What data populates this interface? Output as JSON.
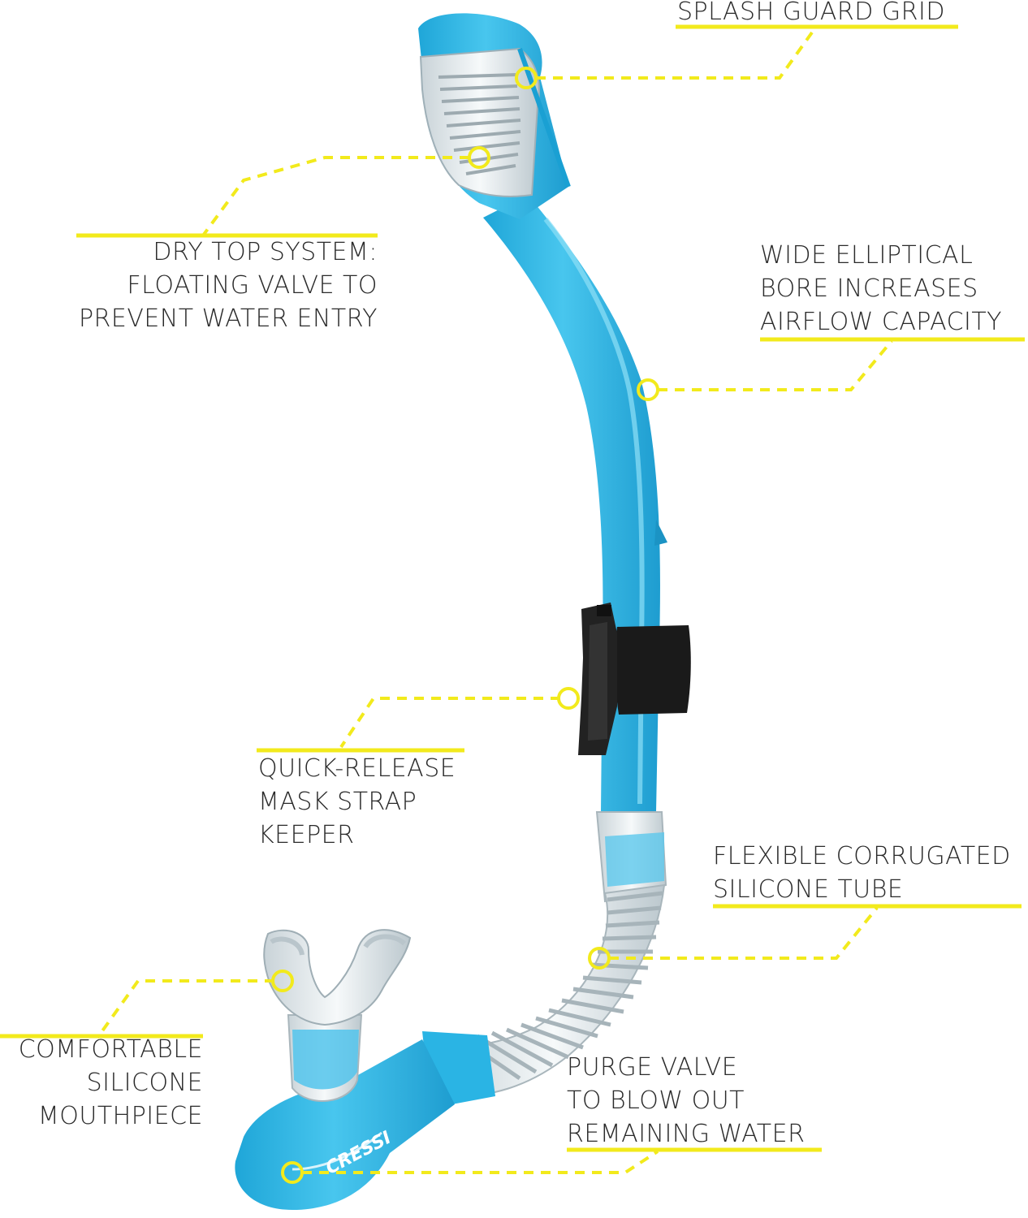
{
  "colors": {
    "accent_yellow": "#F2EA1C",
    "tube_blue": "#2FB8E6",
    "clear_silicone": "#E8EEF0",
    "clip_black": "#1A1A1A",
    "text": "#2A2A2A"
  },
  "brand": "CRESSI",
  "callouts": {
    "splash_guard": {
      "lines": [
        "SPLASH GUARD GRID"
      ]
    },
    "dry_top": {
      "lines": [
        "DRY TOP SYSTEM:",
        "FLOATING VALVE TO",
        "PREVENT WATER ENTRY"
      ]
    },
    "bore": {
      "lines": [
        "WIDE ELLIPTICAL",
        "BORE INCREASES",
        "AIRFLOW CAPACITY"
      ]
    },
    "strap_keeper": {
      "lines": [
        "QUICK-RELEASE",
        "MASK STRAP",
        "KEEPER"
      ]
    },
    "corrugated": {
      "lines": [
        "FLEXIBLE CORRUGATED",
        "SILICONE TUBE"
      ]
    },
    "mouthpiece": {
      "lines": [
        "COMFORTABLE",
        "SILICONE",
        "MOUTHPIECE"
      ]
    },
    "purge": {
      "lines": [
        "PURGE VALVE",
        "TO BLOW OUT",
        "REMAINING WATER"
      ]
    }
  }
}
